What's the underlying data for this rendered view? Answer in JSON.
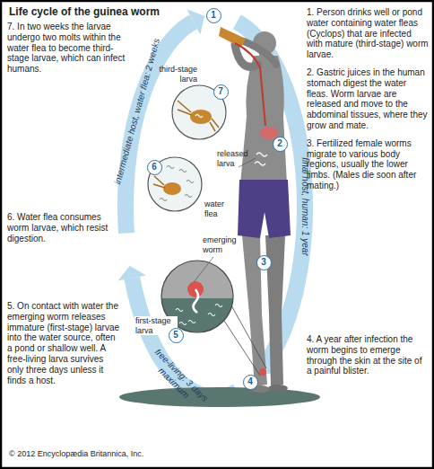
{
  "diagram": {
    "title": "Life cycle of the guinea worm",
    "nodes": [
      {
        "text": [
          "1"
        ]
      },
      {
        "text": [
          "2"
        ]
      },
      {
        "text": [
          "3"
        ]
      },
      {
        "text": [
          "4"
        ]
      },
      {
        "text": [
          "5"
        ]
      },
      {
        "text": [
          "6"
        ]
      },
      {
        "text": [
          "7"
        ]
      }
    ],
    "labels": [
      "1. Person drinks well or pond water containing water fleas (Cyclops) that are infected with mature (third-stage) worm larvae.",
      "2. Gastric juices in the human stomach digest the water fleas. Worm larvae are released and move to the abdominal tissues, where they grow and mate.",
      "3. Fertilized female worms migrate to various body regions, usually the lower limbs. (Males die soon after mating.)",
      "4. A year after infection the worm begins to emerge through the skin at the site of a painful blister.",
      "5. On contact with water the emerging worm releases immature (first-stage) larvae into the water source, often a pond or shallow well. A free-living larva survives only three days unless it finds a host.",
      "6. Water flea consumes worm larvae, which resist digestion.",
      "7. In two weeks the larvae undergo two molts within the water flea to become third-stage larvae, which can infect humans.",
      "final host, human: 1 year",
      "free-living: 3 days maximum",
      "intermediate host, water flea: 2 weeks",
      "third-stage larva",
      "water flea",
      "released larva",
      "emerging worm",
      "first-stage larva",
      "© 2012 Encyclopædia Britannica, Inc."
    ]
  }
}
